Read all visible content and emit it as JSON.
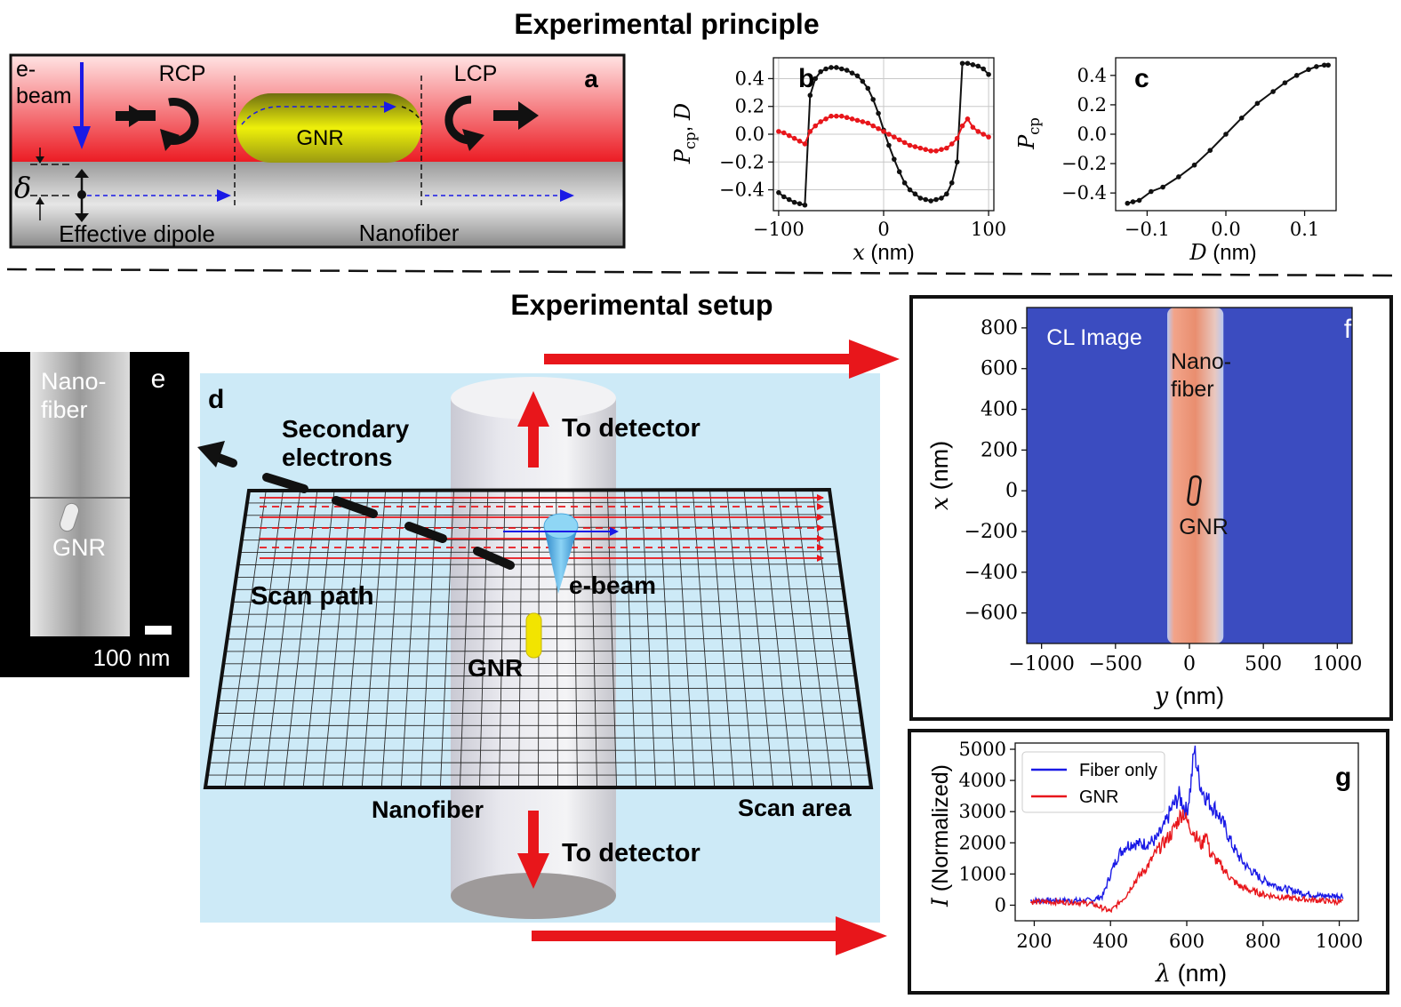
{
  "headings": {
    "principle": "Experimental principle",
    "setup": "Experimental setup"
  },
  "panel_a": {
    "letter": "a",
    "ebeam": "e-\nbeam",
    "rcp": "RCP",
    "lcp": "LCP",
    "gnr": "GNR",
    "delta": "δ",
    "dipole": "Effective dipole",
    "fiber": "Nanofiber"
  },
  "panel_d": {
    "letter": "d",
    "secondary": "Secondary\nelectrons",
    "to_detector_top": "To detector",
    "to_detector_bottom": "To detector",
    "scan_path": "Scan path",
    "ebeam": "e-beam",
    "gnr": "GNR",
    "nanofiber": "Nanofiber",
    "scan_area": "Scan area"
  },
  "panel_e": {
    "letter": "e",
    "fiber": "Nano-\nfiber",
    "gnr": "GNR",
    "scale": "100 nm"
  },
  "panel_f": {
    "letter": "f",
    "title": "CL Image",
    "fiber": "Nano-\nfiber",
    "gnr": "GNR"
  },
  "colors": {
    "red": "#e8161b",
    "black_series": "#111111",
    "blue_series": "#1a1ae6",
    "cl_background": "#3b4cc0",
    "setup_bg": "#cdeaf7"
  },
  "chart_data": [
    {
      "id": "b",
      "letter": "b",
      "type": "line",
      "xlabel": "x (nm)",
      "ylabel": "P_cp, D",
      "xlim": [
        -105,
        105
      ],
      "ylim": [
        -0.55,
        0.55
      ],
      "xticks": [
        -100,
        0,
        100
      ],
      "yticks": [
        -0.4,
        -0.2,
        0.0,
        0.2,
        0.4
      ],
      "xtick_labels": [
        "−100",
        "0",
        "100"
      ],
      "ytick_labels": [
        "−0.4",
        "−0.2",
        "0.0",
        "0.2",
        "0.4"
      ],
      "grid": true,
      "series": [
        {
          "color": "#111111",
          "marker": true,
          "x": [
            -100,
            -95,
            -90,
            -85,
            -80,
            -75,
            -70,
            -65,
            -60,
            -55,
            -50,
            -45,
            -40,
            -35,
            -30,
            -25,
            -20,
            -15,
            -10,
            -5,
            0,
            5,
            10,
            15,
            20,
            25,
            30,
            35,
            40,
            45,
            50,
            55,
            60,
            65,
            70,
            75,
            80,
            85,
            90,
            95,
            100
          ],
          "y": [
            -0.42,
            -0.45,
            -0.47,
            -0.49,
            -0.5,
            -0.51,
            0.28,
            0.4,
            0.45,
            0.47,
            0.48,
            0.48,
            0.47,
            0.46,
            0.44,
            0.42,
            0.38,
            0.33,
            0.25,
            0.15,
            0.03,
            -0.08,
            -0.18,
            -0.27,
            -0.35,
            -0.4,
            -0.43,
            -0.46,
            -0.47,
            -0.48,
            -0.47,
            -0.46,
            -0.43,
            -0.35,
            -0.2,
            0.51,
            0.51,
            0.5,
            0.49,
            0.47,
            0.43
          ]
        },
        {
          "color": "#e8161b",
          "marker": true,
          "x": [
            -100,
            -95,
            -90,
            -85,
            -80,
            -75,
            -70,
            -65,
            -60,
            -55,
            -50,
            -45,
            -40,
            -35,
            -30,
            -25,
            -20,
            -15,
            -10,
            -5,
            0,
            5,
            10,
            15,
            20,
            25,
            30,
            35,
            40,
            45,
            50,
            55,
            60,
            65,
            70,
            75,
            80,
            85,
            90,
            95,
            100
          ],
          "y": [
            0.02,
            0.01,
            -0.01,
            -0.03,
            -0.05,
            -0.07,
            0.02,
            0.06,
            0.09,
            0.11,
            0.13,
            0.13,
            0.13,
            0.12,
            0.11,
            0.1,
            0.09,
            0.08,
            0.06,
            0.04,
            0.02,
            0.0,
            -0.02,
            -0.04,
            -0.06,
            -0.08,
            -0.09,
            -0.1,
            -0.11,
            -0.12,
            -0.12,
            -0.11,
            -0.1,
            -0.07,
            -0.03,
            0.06,
            0.11,
            0.05,
            0.02,
            0.0,
            -0.02
          ]
        }
      ]
    },
    {
      "id": "c",
      "letter": "c",
      "type": "line",
      "xlabel": "D (nm)",
      "ylabel": "P_cp",
      "xlim": [
        -0.14,
        0.14
      ],
      "ylim": [
        -0.52,
        0.52
      ],
      "xticks": [
        -0.1,
        0.0,
        0.1
      ],
      "yticks": [
        -0.4,
        -0.2,
        0.0,
        0.2,
        0.4
      ],
      "xtick_labels": [
        "−0.1",
        "0.0",
        "0.1"
      ],
      "ytick_labels": [
        "−0.4",
        "−0.2",
        "0.0",
        "0.2",
        "0.4"
      ],
      "grid": false,
      "series": [
        {
          "color": "#111111",
          "marker": true,
          "x": [
            -0.125,
            -0.118,
            -0.11,
            -0.095,
            -0.08,
            -0.06,
            -0.04,
            -0.02,
            0.0,
            0.02,
            0.04,
            0.06,
            0.075,
            0.09,
            0.105,
            0.115,
            0.125,
            0.13
          ],
          "y": [
            -0.47,
            -0.46,
            -0.45,
            -0.39,
            -0.36,
            -0.29,
            -0.21,
            -0.11,
            0.0,
            0.11,
            0.21,
            0.29,
            0.35,
            0.4,
            0.44,
            0.46,
            0.47,
            0.47
          ]
        }
      ]
    },
    {
      "id": "f",
      "letter": "f",
      "type": "heatmap",
      "xlabel": "y (nm)",
      "ylabel": "x (nm)",
      "xlim": [
        -1100,
        1100
      ],
      "ylim": [
        -750,
        900
      ],
      "xticks": [
        -1000,
        -500,
        0,
        500,
        1000
      ],
      "yticks": [
        -600,
        -400,
        -200,
        0,
        200,
        400,
        600,
        800
      ],
      "xtick_labels": [
        "−1000",
        "−500",
        "0",
        "500",
        "1000"
      ],
      "ytick_labels": [
        "−600",
        "−400",
        "−200",
        "0",
        "200",
        "400",
        "600",
        "800"
      ],
      "fiber_y_range": [
        -150,
        230
      ]
    },
    {
      "id": "g",
      "letter": "g",
      "type": "line",
      "xlabel": "λ (nm)",
      "ylabel": "I (Normalized)",
      "xlim": [
        150,
        1050
      ],
      "ylim": [
        -500,
        5200
      ],
      "xticks": [
        200,
        400,
        600,
        800,
        1000
      ],
      "yticks": [
        0,
        1000,
        2000,
        3000,
        4000,
        5000
      ],
      "xtick_labels": [
        "200",
        "400",
        "600",
        "800",
        "1000"
      ],
      "ytick_labels": [
        "0",
        "1000",
        "2000",
        "3000",
        "4000",
        "5000"
      ],
      "legend": "top-left",
      "series": [
        {
          "name": "Fiber only",
          "color": "#1a1ae6",
          "x": [
            190,
            250,
            300,
            350,
            380,
            400,
            420,
            440,
            460,
            480,
            500,
            520,
            540,
            560,
            580,
            600,
            610,
            620,
            630,
            640,
            650,
            660,
            680,
            700,
            720,
            740,
            760,
            780,
            800,
            850,
            900,
            950,
            1000,
            1010
          ],
          "y": [
            150,
            150,
            150,
            150,
            300,
            1000,
            1600,
            1900,
            2000,
            1950,
            2000,
            2100,
            2500,
            3100,
            3500,
            3000,
            3800,
            5000,
            4200,
            3700,
            3500,
            3300,
            3000,
            2500,
            1900,
            1500,
            1200,
            1000,
            800,
            550,
            400,
            300,
            300,
            300
          ]
        },
        {
          "name": "GNR",
          "color": "#e8161b",
          "x": [
            190,
            250,
            300,
            350,
            380,
            400,
            420,
            440,
            460,
            480,
            500,
            520,
            540,
            560,
            580,
            590,
            600,
            610,
            620,
            630,
            640,
            650,
            660,
            680,
            700,
            720,
            740,
            760,
            800,
            850,
            900,
            950,
            1000,
            1010
          ],
          "y": [
            100,
            100,
            100,
            50,
            -100,
            -200,
            50,
            300,
            700,
            1000,
            1300,
            1700,
            2000,
            2300,
            2800,
            3000,
            2700,
            2500,
            2300,
            2100,
            1900,
            2400,
            1700,
            1400,
            1100,
            800,
            600,
            500,
            350,
            250,
            200,
            150,
            100,
            100
          ]
        }
      ]
    }
  ]
}
